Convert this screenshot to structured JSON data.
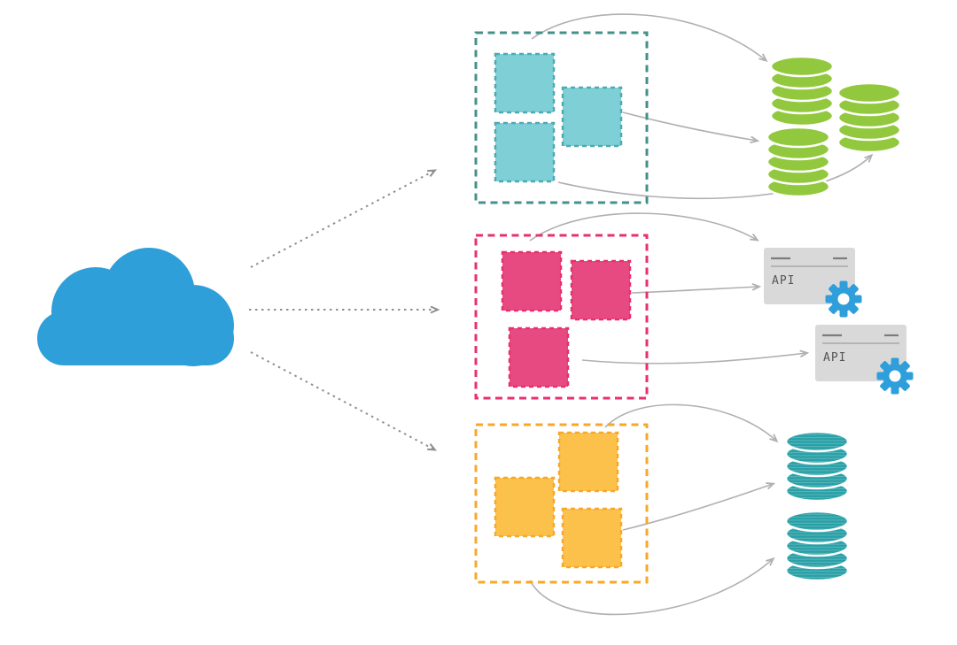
{
  "colors": {
    "cloud-blue": "#2F9FD9",
    "teal": "#44918C",
    "teal-square-stroke": "#4BABB3",
    "teal-fill": "#7FCFD6",
    "pink": "#E83070",
    "pink-fill": "#E64A80",
    "orange": "#F7A82A",
    "orange-fill": "#FBC14B",
    "green-db": "#92C83E",
    "teal-db": "#28A0A6",
    "card-gray": "#D9D9D9",
    "card-line": "#7C7C7C",
    "gear-blue": "#2E9FDB",
    "arrow-gray": "#B0B0B0",
    "dotted-gray": "#8F8F8F",
    "api-text": "#565656"
  },
  "groups": [
    {
      "name": "teal-service-group",
      "squares": 3
    },
    {
      "name": "pink-service-group",
      "squares": 3
    },
    {
      "name": "orange-service-group",
      "squares": 3
    }
  ],
  "api_cards": [
    {
      "label": "API"
    },
    {
      "label": "API"
    }
  ],
  "db_stacks": {
    "green": 3,
    "teal": 2
  }
}
